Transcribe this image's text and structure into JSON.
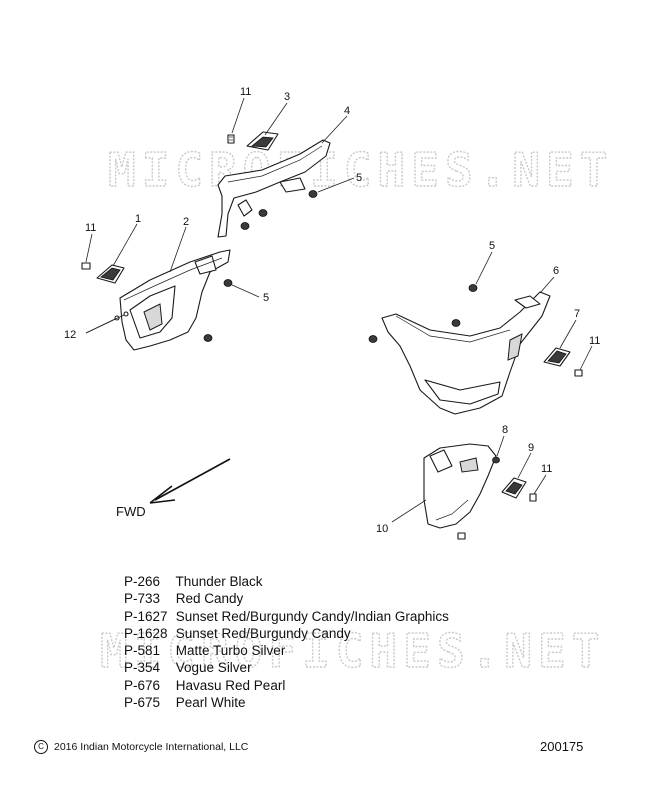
{
  "watermark": "MICROFICHES.NET",
  "callouts": {
    "c1": "1",
    "c2": "2",
    "c3": "3",
    "c4": "4",
    "c5a": "5",
    "c5b": "5",
    "c5c": "5",
    "c6": "6",
    "c7": "7",
    "c8": "8",
    "c9": "9",
    "c10": "10",
    "c11a": "11",
    "c11b": "11",
    "c11c": "11",
    "c11d": "11",
    "c12": "12"
  },
  "direction_label": "FWD",
  "color_options": [
    {
      "code": "P-266",
      "name": "Thunder Black"
    },
    {
      "code": "P-733",
      "name": "Red Candy"
    },
    {
      "code": "P-1627",
      "name": "Sunset Red/Burgundy Candy/Indian Graphics"
    },
    {
      "code": "P-1628",
      "name": "Sunset Red/Burgundy Candy"
    },
    {
      "code": "P-581",
      "name": "Matte Turbo Silver"
    },
    {
      "code": "P-354",
      "name": "Vogue Silver"
    },
    {
      "code": "P-676",
      "name": "Havasu Red Pearl"
    },
    {
      "code": "P-675",
      "name": "Pearl White"
    }
  ],
  "footer": {
    "copyright_symbol": "C",
    "copyright": "2016 Indian Motorcycle International, LLC",
    "doc_number": "200175"
  }
}
